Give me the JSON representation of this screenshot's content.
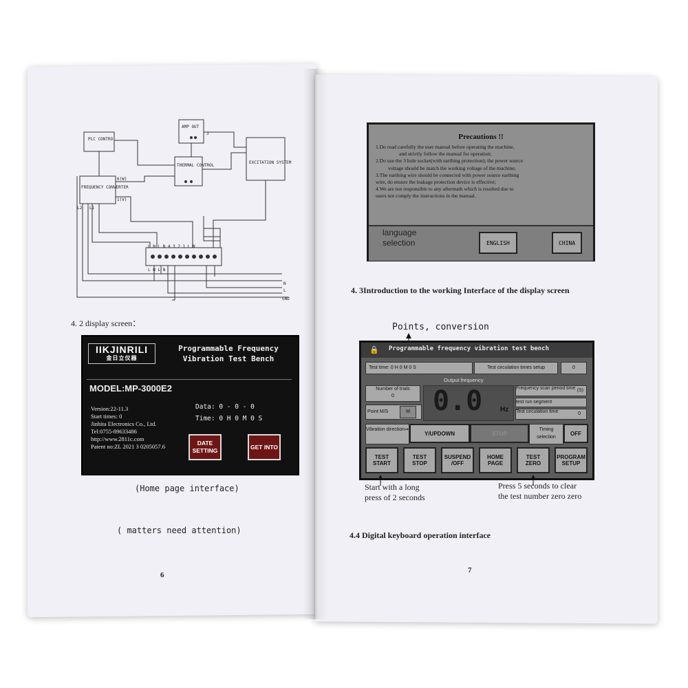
{
  "left_page": {
    "diagram": {
      "plc": "PLC CONTRO",
      "amp_out": "AMP OUT",
      "thermal": "THERMAL CONTROL",
      "excitation": "EXCITATION SYSTEM",
      "frequency": "FREQUENCY CONVERTER",
      "terminal_top": "L N L N 4 3 2 1 L N",
      "terminal_bottom": "L N L N",
      "labels": [
        "3",
        "6(W)",
        "1(V)",
        "L2",
        "L1",
        "N",
        "L",
        "GND"
      ]
    },
    "section_title": "4. 2 display screen：",
    "home_screen": {
      "logo": "IIKJINRILI",
      "logo_sub": "金日立仪器",
      "title_line1": "Programmable Frequency",
      "title_line2": "Vibration Test Bench",
      "model": "MODEL:MP-3000E2",
      "info": [
        "Version:22-11.3",
        "Start times:    0",
        "Jinhita Electronics Co., Ltd.",
        "Tel:0755-89633486",
        "http://www.2811c.com",
        "Patent no:ZL 2021 3 0205057.6"
      ],
      "data_label": "Data:",
      "data_value": "0 - 0 - 0",
      "time_label": "Time:",
      "time_value": "0 H 0 M 0 S",
      "btn_date": "DATE SETTING",
      "btn_get": "GET INTO"
    },
    "caption_home": "(Home page interface)",
    "caption_matters": "( matters need attention)",
    "page_number": "6"
  },
  "right_page": {
    "precautions": {
      "title": "Precautions !!",
      "lines": [
        "1.Do read carefully the user manual before operating the machine,",
        "and strictly follow the manual for operation;",
        "2.Do use the 3 hole socket(with earthing protection); the power source",
        "voltage should be match the working voltage of the machine;",
        "3.The earthing wire should be connected with power source earthing",
        "wire, do ensure the leakage protection device is effective;",
        "4.We are not responsible to any aftermath which is resulted due to",
        "users not comply the instructions in the manual."
      ],
      "language_label": "language selection",
      "btn_english": "ENGLISH",
      "btn_china": "CHINA"
    },
    "section_43": "4. 3Introduction to the working Interface of the display screen",
    "annotation_top": "Points, conversion",
    "work_screen": {
      "title": "Programmable frequency vibration test bench",
      "test_time": "Test time: 0 H 0 M 0 S",
      "circ_setup": "Test circulation times setup",
      "circ_value": "0",
      "output_freq": "Output frequency",
      "trials_label": "Number of trials",
      "trials_value": "0",
      "point_label": "Point M/S",
      "point_value": "M",
      "freq_value": "0.0",
      "freq_unit": "Hz",
      "scan_label": "Frequency scan period time",
      "scan_unit": "(S)",
      "segment_label": "test run segment",
      "circ_time_label": "Test circulation time",
      "circ_time_value": "0",
      "vib_dir_label": "Vibration direction⇒",
      "vib_dir_value": "Y/UPDOWN",
      "stop_label": "STOP",
      "timing_label": "Timing selection",
      "timing_value": "OFF",
      "buttons": [
        "TEST START",
        "TEST STOP",
        "SUSPEND /OFF",
        "HOME PAGE",
        "TEST ZERO",
        "PROGRAM SETUP"
      ]
    },
    "note_left": [
      "Start with a long",
      "press of 2 seconds"
    ],
    "note_right": [
      "Press 5 seconds to clear",
      "the test number zero zero"
    ],
    "section_44": "4.4 Digital keyboard operation interface",
    "page_number": "7"
  }
}
